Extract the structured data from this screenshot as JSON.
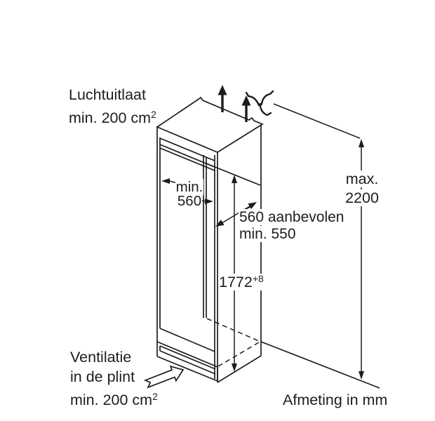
{
  "labels": {
    "air_outlet_line1": "Luchtuitlaat",
    "air_outlet_line2": "min. 200 cm",
    "air_outlet_sup": "2",
    "vent_line1": "Ventilatie",
    "vent_line2": "in de plint",
    "vent_line3": "min. 200 cm",
    "vent_sup": "2",
    "units": "Afmeting in mm"
  },
  "dims": {
    "max_height_1": "max.",
    "max_height_2": "2200",
    "width_1": "min.",
    "width_2": "560",
    "depth_1": "560 aanbevolen",
    "depth_2": "min. 550",
    "height_base": "1772",
    "height_sup": "+8"
  },
  "icons": {
    "airflow_up": "up-arrow-icon",
    "fan": "fan-icon",
    "plinth_airflow": "plinth-airflow-arrow-icon"
  },
  "colors": {
    "line": "#1d1d1b",
    "background": "#ffffff"
  }
}
